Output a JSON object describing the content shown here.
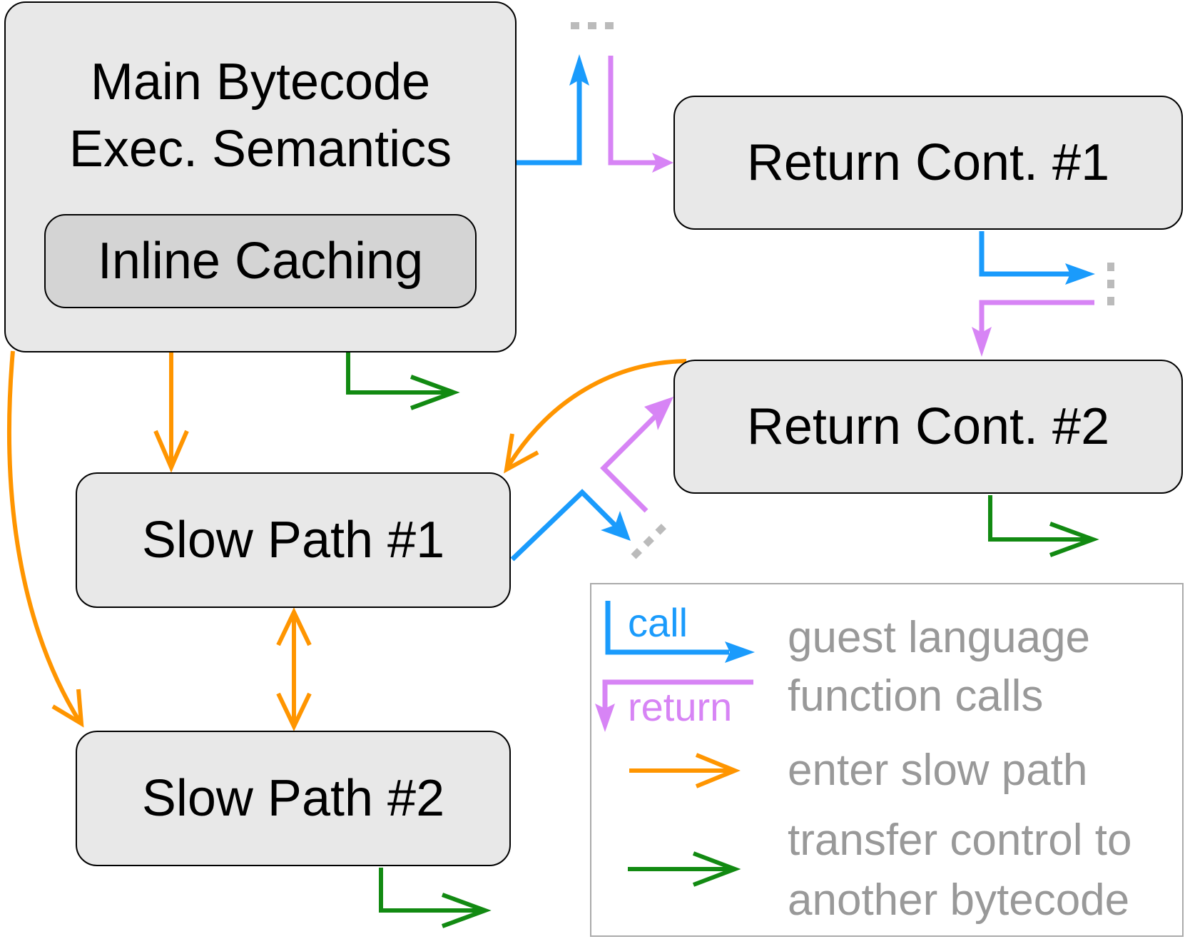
{
  "boxes": {
    "main_line1": "Main Bytecode",
    "main_line2": "Exec. Semantics",
    "inline_caching": "Inline Caching",
    "return_cont_1": "Return Cont. #1",
    "return_cont_2": "Return Cont. #2",
    "slow_path_1": "Slow Path #1",
    "slow_path_2": "Slow Path #2"
  },
  "legend": {
    "call_label": "call",
    "return_label": "return",
    "calls_line1": "guest language",
    "calls_line2": "function calls",
    "slow_path": "enter slow path",
    "transfer_line1": "transfer control to",
    "transfer_line2": "another bytecode"
  },
  "colors": {
    "call": "#1a9bfc",
    "return": "#d784f5",
    "slow": "#ff9500",
    "transfer": "#128a12",
    "ellipsis": "#bbbbbb",
    "box_fill": "#e8e8e8",
    "inner_fill": "#d4d4d4",
    "legend_text": "#999999"
  }
}
